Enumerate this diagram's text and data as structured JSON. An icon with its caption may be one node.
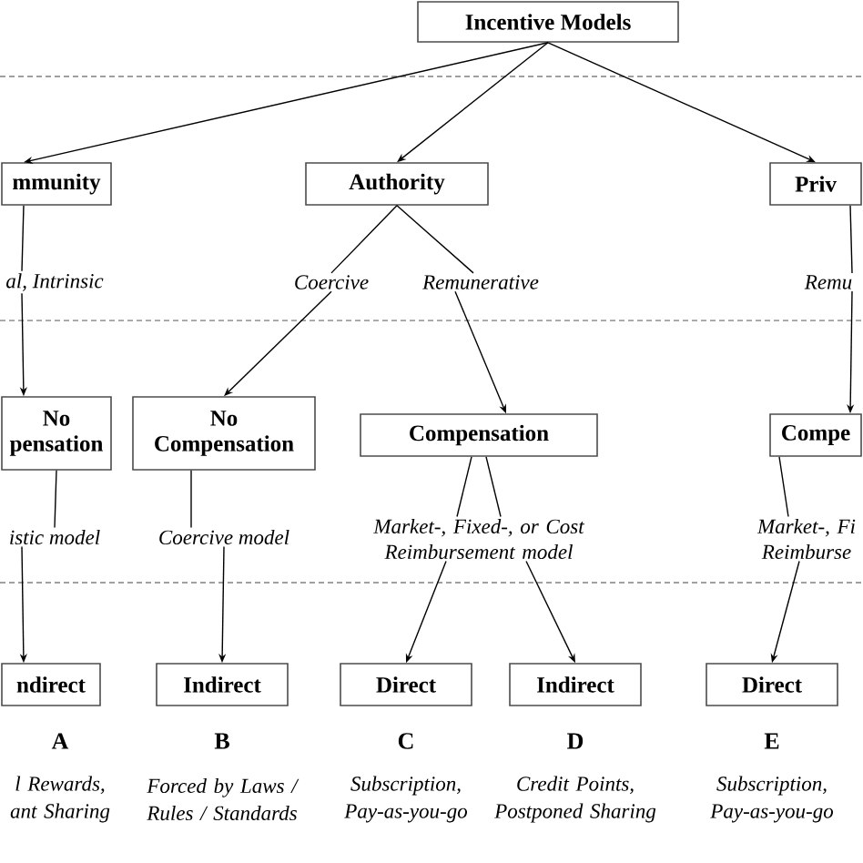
{
  "diagram": {
    "nodes": [
      {
        "text": [
          "Incentive Models"
        ]
      },
      {
        "text": [
          "mmunity"
        ]
      },
      {
        "text": [
          "Authority"
        ]
      },
      {
        "text": [
          "Priv"
        ]
      },
      {
        "text": [
          "al, Intrinsic"
        ]
      },
      {
        "text": [
          "Coercive"
        ]
      },
      {
        "text": [
          "Remunerative"
        ]
      },
      {
        "text": [
          "Remu"
        ]
      },
      {
        "text": [
          "No pensation"
        ]
      },
      {
        "text": [
          "No Compensation"
        ]
      },
      {
        "text": [
          "Compensation"
        ]
      },
      {
        "text": [
          "Compe"
        ]
      },
      {
        "text": [
          "istic model"
        ]
      },
      {
        "text": [
          "Coercive model"
        ]
      },
      {
        "text": [
          "Market-, Fixed-, or Cost Reimbursement model"
        ]
      },
      {
        "text": [
          "Market-, Fi Reimburse"
        ]
      },
      {
        "text": [
          "ndirect"
        ],
        "beside": [
          "A",
          "l Rewards, ant Sharing"
        ]
      },
      {
        "text": [
          "Indirect"
        ],
        "beside": [
          "B",
          "Forced by Laws / Rules / Standards"
        ]
      },
      {
        "text": [
          "Direct"
        ],
        "beside": [
          "C",
          "Subscription, Pay-as-you-go"
        ]
      },
      {
        "text": [
          "Indirect"
        ],
        "beside": [
          "D",
          "Credit Points, Postponed Sharing"
        ]
      },
      {
        "text": [
          "Direct"
        ],
        "beside": [
          "E",
          "Subscription, Pay-as-you-go"
        ]
      }
    ],
    "edges": [
      {
        "from": 0,
        "to": 1,
        "arrow": "to"
      },
      {
        "from": 0,
        "to": 2,
        "arrow": "to"
      },
      {
        "from": 0,
        "to": 3,
        "arrow": "to"
      },
      {
        "from": 1,
        "to": 4,
        "arrow": "none"
      },
      {
        "from": 2,
        "to": 5,
        "arrow": "none"
      },
      {
        "from": 2,
        "to": 6,
        "arrow": "none"
      },
      {
        "from": 3,
        "to": 7,
        "arrow": "none"
      },
      {
        "from": 4,
        "to": 8,
        "arrow": "to"
      },
      {
        "from": 5,
        "to": 9,
        "arrow": "to"
      },
      {
        "from": 6,
        "to": 10,
        "arrow": "to"
      },
      {
        "from": 7,
        "to": 11,
        "arrow": "to"
      },
      {
        "from": 8,
        "to": 12,
        "arrow": "none"
      },
      {
        "from": 9,
        "to": 13,
        "arrow": "none"
      },
      {
        "from": 10,
        "to": 14,
        "arrow": "none"
      },
      {
        "from": 10,
        "to": 14,
        "arrow": "none"
      },
      {
        "from": 11,
        "to": 15,
        "arrow": "none"
      },
      {
        "from": 12,
        "to": 16,
        "arrow": "to"
      },
      {
        "from": 13,
        "to": 17,
        "arrow": "to"
      },
      {
        "from": 14,
        "to": 18,
        "arrow": "to"
      },
      {
        "from": 14,
        "to": 19,
        "arrow": "to"
      },
      {
        "from": 15,
        "to": 20,
        "arrow": "to"
      }
    ]
  }
}
